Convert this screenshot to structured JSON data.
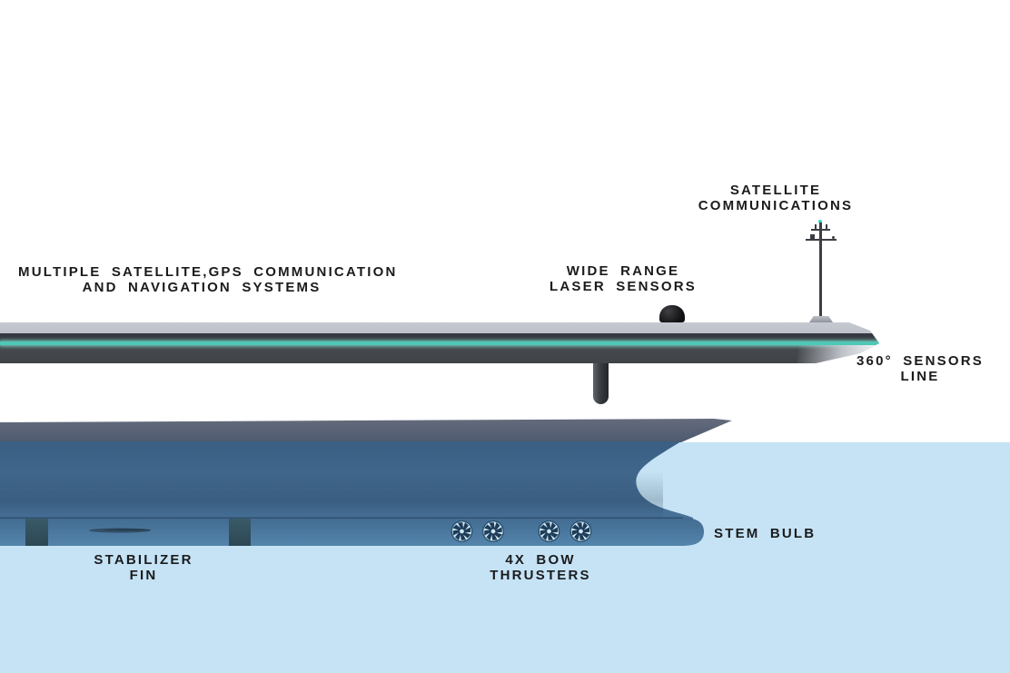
{
  "diagram_title": "Autonomous ship sensors and propulsion diagram",
  "colors": {
    "water": "#c5e3f5",
    "deck_top": "#c6c9d0",
    "deck_dark": "#3a3e44",
    "sensor_line": "#4fc8b6",
    "hull_upper": "#5a6273",
    "hull_deep_top": "#3a5f83",
    "hull_deep_bottom": "#487199",
    "bulb_top": "#426b90",
    "bulb_bottom": "#5484ac",
    "thruster_face": "#cfe6f4",
    "thruster_blade": "#1d3c58",
    "mast_light": "#35d6c8",
    "label_text": "#1b1b1d"
  },
  "labels": {
    "satcom": {
      "line1": "SATELLITE",
      "line2": "COMMUNICATIONS"
    },
    "nav_systems": {
      "line1": "MULTIPLE SATELLITE,GPS COMMUNICATION",
      "line2": "AND NAVIGATION SYSTEMS"
    },
    "laser_sensors": {
      "line1": "WIDE RANGE",
      "line2": "LASER SENSORS"
    },
    "sensors_line": {
      "line1": "360° SENSORS",
      "line2": "LINE"
    },
    "stem_bulb": {
      "line1": "STEM BULB"
    },
    "bow_thrusters": {
      "line1": "4X BOW",
      "line2": "THRUSTERS"
    },
    "stabilizer_fin": {
      "line1": "STABILIZER",
      "line2": "FIN"
    }
  },
  "features": {
    "bow_thruster_count": 4
  }
}
